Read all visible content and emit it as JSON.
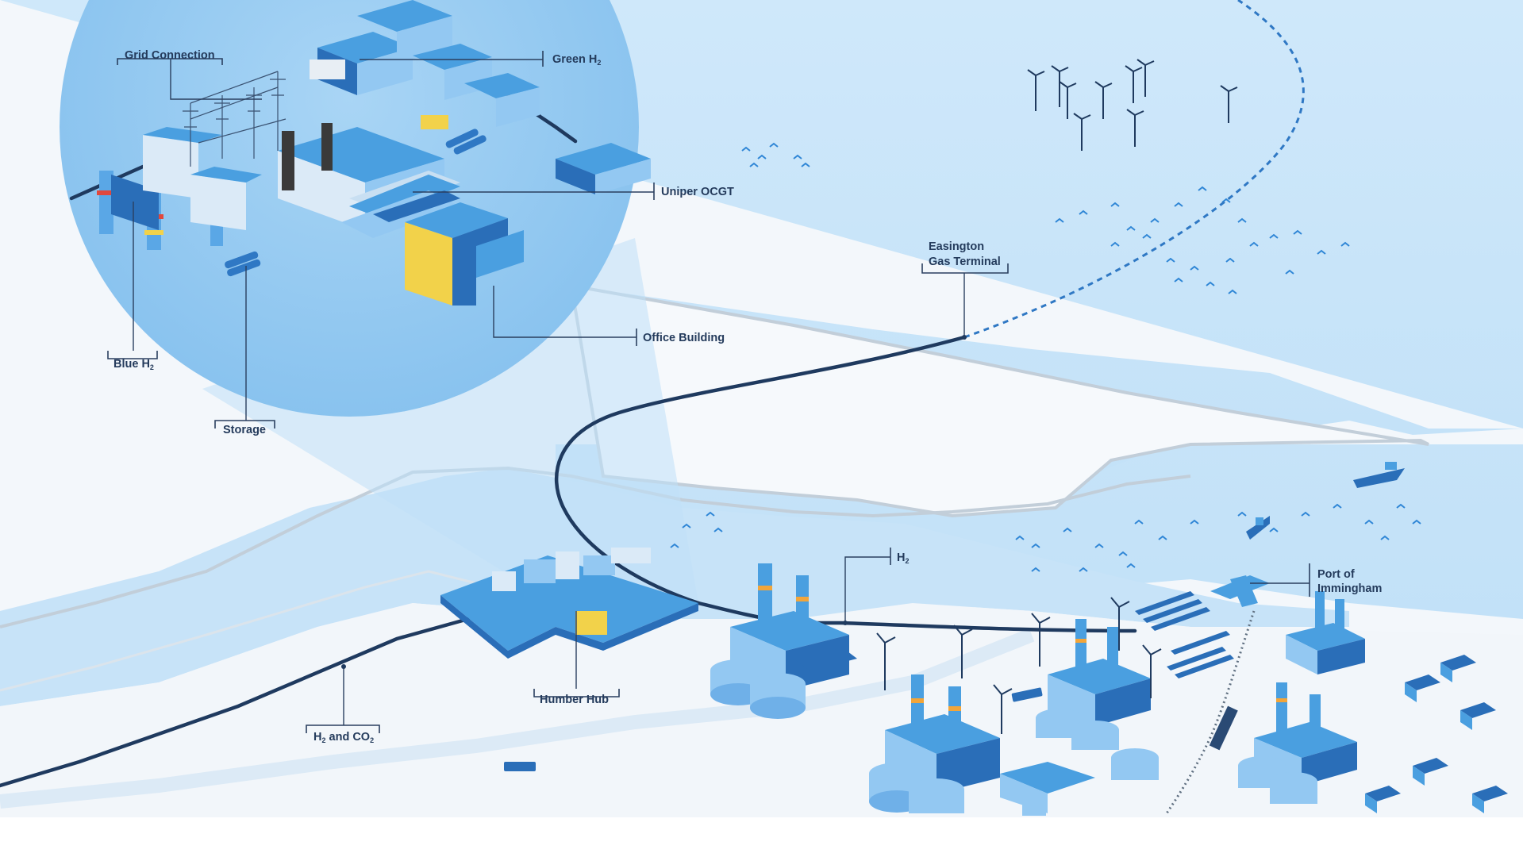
{
  "labels": {
    "grid_connection": "Grid Connection",
    "green_h2": "Green H",
    "green_h2_sub": "2",
    "uniper_ocgt": "Uniper OCGT",
    "office_building": "Office Building",
    "blue_h2": "Blue H",
    "blue_h2_sub": "2",
    "storage": "Storage",
    "easington_line1": "Easington",
    "easington_line2": "Gas Terminal",
    "h2": "H",
    "h2_sub": "2",
    "port_line1": "Port of",
    "port_line2": "Immingham",
    "humber_hub": "Humber Hub",
    "h2_co2_prefix": "H",
    "h2_co2_sub1": "2",
    "h2_co2_mid": " and CO",
    "h2_co2_sub2": "2"
  },
  "icons": {
    "wind_turbine": "wind-turbine-icon",
    "ship": "ship-icon",
    "truck": "truck-icon",
    "train": "train-icon",
    "factory": "factory-icon",
    "house": "house-icon",
    "solar_panel": "solar-panel-icon"
  },
  "colors": {
    "sea": "#c9e5f9",
    "sea_deep": "#a6d2f4",
    "land": "#f4f8fb",
    "shore": "#b9c7d4",
    "zoom_circle": "#8fc7f0",
    "building_blue": "#4a9fe0",
    "building_dark": "#2a6eb8",
    "accent_yellow": "#f2d24a",
    "pipeline": "#1f3a5f",
    "label_text": "#243b5c"
  }
}
